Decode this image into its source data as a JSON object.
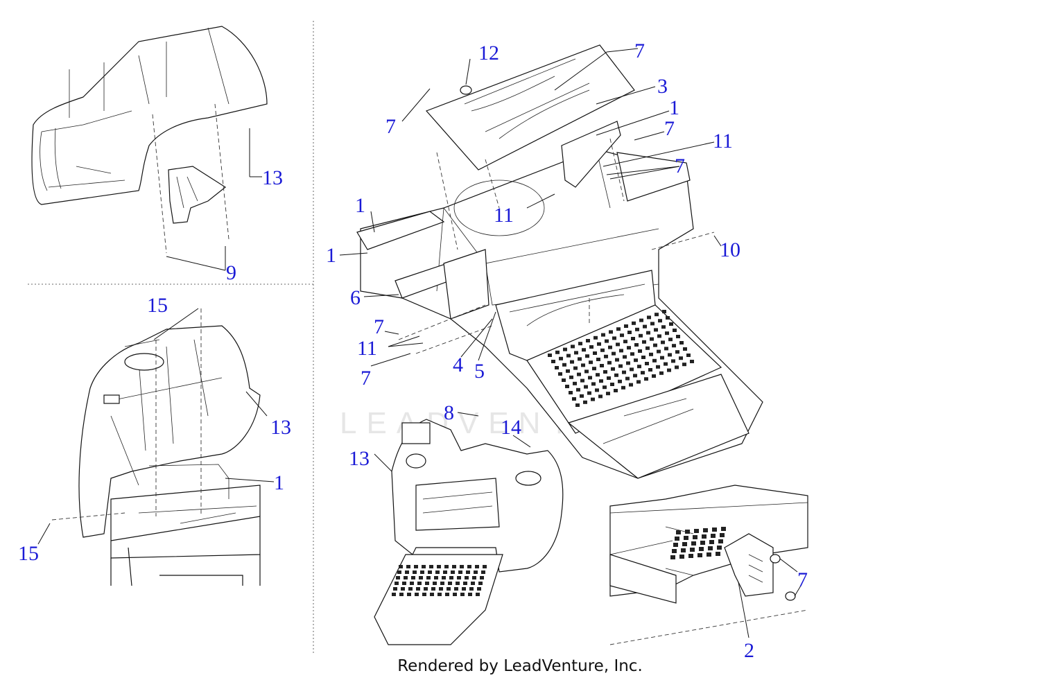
{
  "callouts": {
    "tl_13": "13",
    "tl_9": "9",
    "bl_15a": "15",
    "bl_13": "13",
    "bl_1": "1",
    "bl_15b": "15",
    "m_12": "12",
    "m_7a": "7",
    "m_3": "3",
    "m_7b": "7",
    "m_1a": "1",
    "m_7c": "7",
    "m_11a": "11",
    "m_7d": "7",
    "m_1b": "1",
    "m_11b": "11",
    "m_1c": "1",
    "m_10": "10",
    "m_6": "6",
    "m_7e": "7",
    "m_11c": "11",
    "m_7f": "7",
    "m_4": "4",
    "m_5": "5",
    "m_8": "8",
    "m_14": "14",
    "m_13": "13",
    "br_7": "7",
    "br_2": "2"
  },
  "watermark": "LEADVENTURE",
  "footer": "Rendered by LeadVenture, Inc.",
  "colors": {
    "callout": "#1a1ad6",
    "line": "#111111"
  }
}
